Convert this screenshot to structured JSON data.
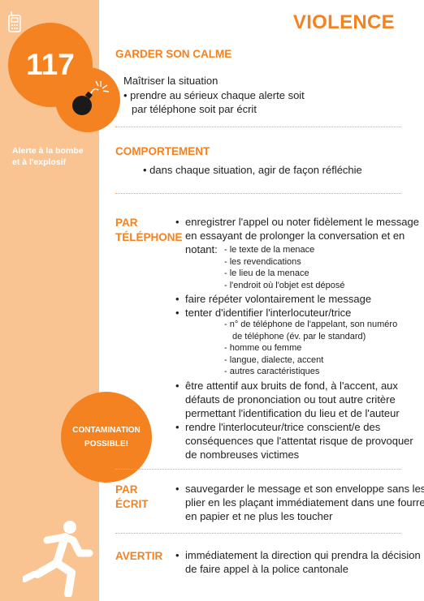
{
  "title": "VIOLENCE",
  "number": "117",
  "side_note": [
    "Alerte à la bombe",
    "et à l'explosif"
  ],
  "contamination": [
    "CONTAMINATION",
    "POSSIBLE!"
  ],
  "sections": {
    "calme": {
      "label": "GARDER SON CALME",
      "intro": "Maîtriser la situation",
      "bullet_l1": "• prendre au sérieux chaque alerte soit",
      "bullet_l2": "par téléphone soit par écrit"
    },
    "comportement": {
      "label": "COMPORTEMENT",
      "bullet": "• dans chaque situation, agir de façon réfléchie"
    },
    "telephone": {
      "label_l1": "PAR",
      "label_l2": "TÉLÉPHONE",
      "b1": [
        "enregistrer l'appel ou noter fidèlement le message",
        "en essayant de prolonger la conversation et en"
      ],
      "notant": "notant:",
      "notant_items": [
        "- le texte de la menace",
        "- les revendications",
        "- le lieu de la menace",
        "- l'endroit où l'objet est déposé"
      ],
      "b2": "faire répéter volontairement le message",
      "b3": "tenter d'identifier l'interlocuteur/trice",
      "b3_items": [
        "-  n° de téléphone de l'appelant, son numéro",
        "de téléphone (év. par le standard)",
        "-  homme ou femme",
        "-  langue, dialecte, accent",
        "-  autres caractéristiques"
      ],
      "b4": [
        "être attentif aux bruits de fond, à l'accent, aux",
        "défauts de prononciation ou tout autre critère",
        "permettant l'identification du lieu et de l'auteur"
      ],
      "b5": [
        "rendre l'interlocuteur/trice conscient/e des",
        "conséquences que l'attentat risque de provoquer",
        "de nombreuses victimes"
      ]
    },
    "ecrit": {
      "label_l1": "PAR",
      "label_l2": "ÉCRIT",
      "b1": [
        "sauvegarder le message et son enveloppe sans les",
        "plier en les plaçant immédiatement dans une fourre",
        "en papier et ne plus les toucher"
      ]
    },
    "avertir": {
      "label": "AVERTIR",
      "b1": [
        "immédiatement la direction qui prendra la décision",
        "de faire appel à la police cantonale"
      ]
    }
  },
  "colors": {
    "accent": "#f58220",
    "sidebar": "#f9c491"
  },
  "icons": [
    "phone-icon",
    "bomb-icon",
    "running-man-icon"
  ]
}
